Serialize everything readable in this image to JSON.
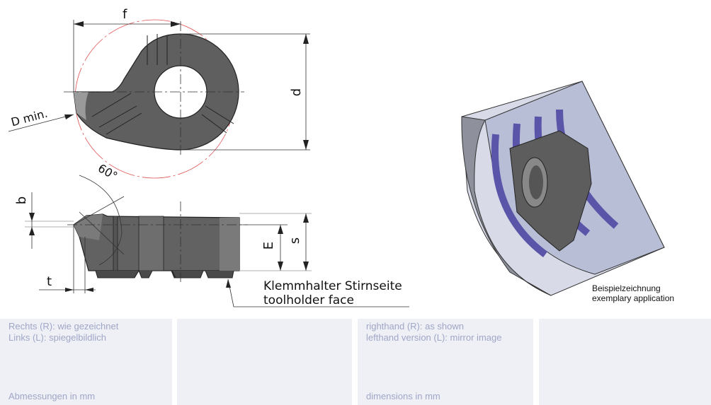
{
  "drawing": {
    "dim_f": "f",
    "dim_d": "d",
    "dim_dmin": "D min.",
    "angle": "60°",
    "dim_b": "b",
    "dim_t": "t",
    "dim_E": "E",
    "dim_s": "s",
    "toolholder_de": "Klemmhalter Stirnseite",
    "toolholder_en": "toolholder face",
    "example_de": "Beispielzeichnung",
    "example_en": "exemplary application"
  },
  "panels": [
    {
      "line1": "Rechts (R): wie gezeichnet",
      "line2": "Links (L): spiegelbildlich",
      "footer": "Abmessungen in mm"
    },
    {},
    {
      "line1": "righthand (R): as shown",
      "line2": "lefthand version (L): mirror image",
      "footer": "dimensions in mm"
    },
    {}
  ],
  "colors": {
    "insert": "#5f5f5f",
    "panel_bg": "#eef0f6",
    "panel_text": "#a0a6c6",
    "thread": "#5a55a8"
  }
}
